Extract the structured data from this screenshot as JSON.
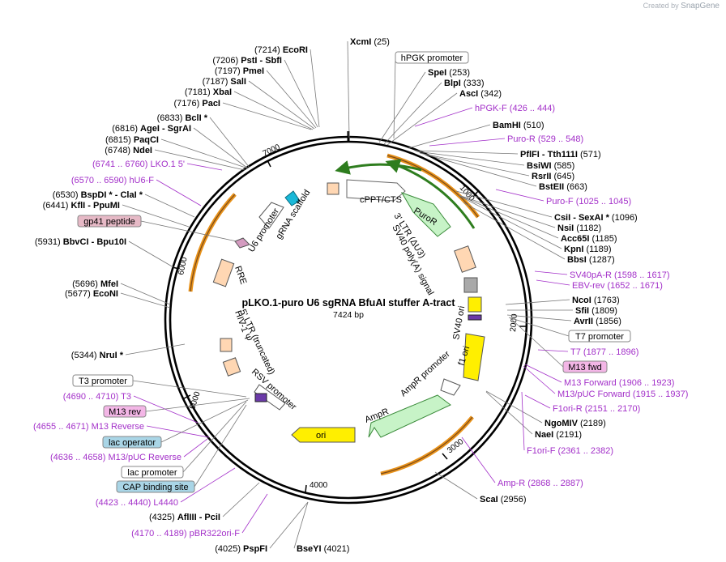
{
  "watermark": {
    "prefix": "Created by",
    "brand": "SnapGene"
  },
  "plasmid": {
    "name": "pLKO.1-puro U6 sgRNA BfuAI stuffer A-tract",
    "size": 7424,
    "size_label": "7424 bp"
  },
  "ticks": [
    "1000",
    "2000",
    "3000",
    "4000",
    "5000",
    "6000",
    "7000"
  ],
  "colors": {
    "enzyme": "#000000",
    "primer": "#a330c9",
    "feature_box_pink": "#f3b6e6",
    "feature_box_blue": "#a9d5e6",
    "feature_box_mauve": "#e6b9c6",
    "orf_green": "#c7f3c7",
    "ori_yellow": "#ffef00",
    "promoter_white": "#ffffff",
    "ltr_peach": "#ffd7b3"
  },
  "enzymes": [
    {
      "pos": "(25)",
      "name": "XcmI"
    },
    {
      "pos": "(253)",
      "name": "SpeI"
    },
    {
      "pos": "(333)",
      "name": "BlpI"
    },
    {
      "pos": "(342)",
      "name": "AscI"
    },
    {
      "pos": "(510)",
      "name": "BamHI"
    },
    {
      "pos": "(571)",
      "name": "PflFI  -  Tth111I"
    },
    {
      "pos": "(585)",
      "name": "BsiWI"
    },
    {
      "pos": "(645)",
      "name": "RsrII"
    },
    {
      "pos": "(663)",
      "name": "BstEII"
    },
    {
      "pos": "(1096)",
      "name": "CsiI  -  SexAI *"
    },
    {
      "pos": "(1182)",
      "name": "NsiI"
    },
    {
      "pos": "(1185)",
      "name": "Acc65I"
    },
    {
      "pos": "(1189)",
      "name": "KpnI"
    },
    {
      "pos": "(1287)",
      "name": "BbsI"
    },
    {
      "pos": "(1763)",
      "name": "NcoI"
    },
    {
      "pos": "(1809)",
      "name": "SfiI"
    },
    {
      "pos": "(1856)",
      "name": "AvrII"
    },
    {
      "pos": "(2189)",
      "name": "NgoMIV"
    },
    {
      "pos": "(2191)",
      "name": "NaeI"
    },
    {
      "pos": "(2956)",
      "name": "ScaI"
    },
    {
      "pos": "(4021)",
      "name": "BseYI"
    },
    {
      "pos": "(4025)",
      "name": "PspFI"
    },
    {
      "pos": "(4325)",
      "name": "AflIII  -  PciI"
    },
    {
      "pos": "(5344)",
      "name": "NruI *"
    },
    {
      "pos": "(5677)",
      "name": "EcoNI"
    },
    {
      "pos": "(5696)",
      "name": "MfeI"
    },
    {
      "pos": "(5931)",
      "name": "BbvCI  -  Bpu10I"
    },
    {
      "pos": "(6441)",
      "name": "KflI  -  PpuMI"
    },
    {
      "pos": "(6530)",
      "name": "BspDI *  -  ClaI *"
    },
    {
      "pos": "(6748)",
      "name": "NdeI"
    },
    {
      "pos": "(6815)",
      "name": "PaqCI"
    },
    {
      "pos": "(6816)",
      "name": "AgeI  -  SgrAI"
    },
    {
      "pos": "(6833)",
      "name": "BclI *"
    },
    {
      "pos": "(7176)",
      "name": "PacI"
    },
    {
      "pos": "(7181)",
      "name": "XbaI"
    },
    {
      "pos": "(7187)",
      "name": "SalI"
    },
    {
      "pos": "(7197)",
      "name": "PmeI"
    },
    {
      "pos": "(7206)",
      "name": "PstI  -  SbfI"
    },
    {
      "pos": "(7214)",
      "name": "EcoRI"
    }
  ],
  "primers": [
    {
      "name": "hPGK-F",
      "range": "(426 .. 444)"
    },
    {
      "name": "Puro-R",
      "range": "(529 .. 548)"
    },
    {
      "name": "Puro-F",
      "range": "(1025 .. 1045)"
    },
    {
      "name": "SV40pA-R",
      "range": "(1598 .. 1617)"
    },
    {
      "name": "EBV-rev",
      "range": "(1652 .. 1671)"
    },
    {
      "name": "T7",
      "range": "(1877 .. 1896)"
    },
    {
      "name": "M13 Forward",
      "range": "(1906 .. 1923)"
    },
    {
      "name": "M13/pUC Forward",
      "range": "(1915 .. 1937)"
    },
    {
      "name": "F1ori-R",
      "range": "(2151 .. 2170)"
    },
    {
      "name": "F1ori-F",
      "range": "(2361 .. 2382)"
    },
    {
      "name": "Amp-R",
      "range": "(2868 .. 2887)"
    },
    {
      "name": "pBR322ori-F",
      "range": "(4170 .. 4189)"
    },
    {
      "name": "L4440",
      "range": "(4423 .. 4440)"
    },
    {
      "name": "M13/pUC Reverse",
      "range": "(4636 .. 4658)"
    },
    {
      "name": "M13 Reverse",
      "range": "(4655 .. 4671)"
    },
    {
      "name": "T3",
      "range": "(4690 .. 4710)"
    },
    {
      "name": "hU6-F",
      "range": "(6570 .. 6590)"
    },
    {
      "name": "LKO.1 5'",
      "range": "(6741 .. 6760)"
    }
  ],
  "boxed_labels": [
    "hPGK promoter",
    "T7 promoter",
    "M13 fwd",
    "T3 promoter",
    "M13 rev",
    "lac operator",
    "lac promoter",
    "CAP binding site",
    "gp41 peptide"
  ],
  "features": [
    "cPPT/CTS",
    "PuroR",
    "3' LTR (ΔU3)",
    "SV40 poly(A) signal",
    "SV40 ori",
    "f1 ori",
    "AmpR promoter",
    "AmpR",
    "ori",
    "RSV promoter",
    "5' LTR (truncated)",
    "HIV-1 Ψ",
    "RRE",
    "U6 promoter",
    "gRNA scaffold"
  ]
}
